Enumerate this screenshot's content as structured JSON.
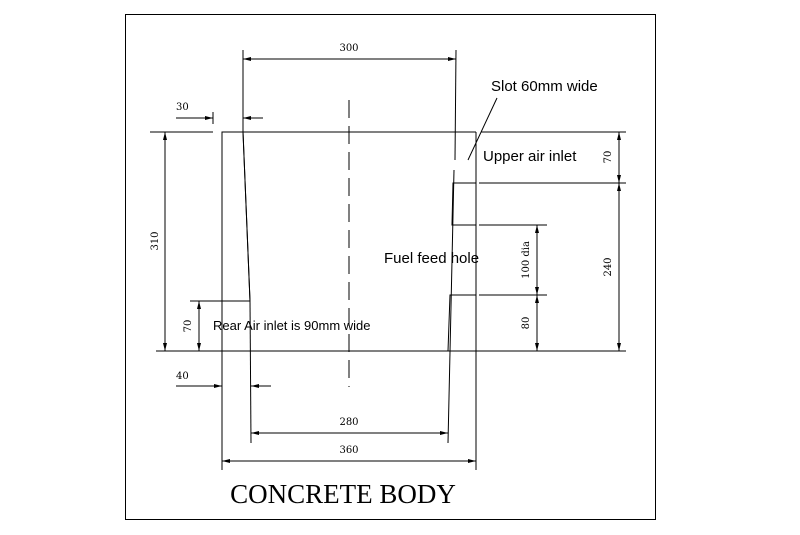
{
  "title": "CONCRETE BODY",
  "notes": {
    "slot": "Slot 60mm wide",
    "upper_air": "Upper air inlet",
    "fuel_feed": "Fuel feed hole",
    "rear_air": "Rear Air inlet is 90mm wide"
  },
  "dimensions": {
    "inner_top_width": "300",
    "top_wall": "30",
    "total_height": "310",
    "rear_inlet_height": "70",
    "bottom_wall": "40",
    "inner_bottom_width": "280",
    "outer_width": "360",
    "upper_inlet_height": "70",
    "lower_height": "240",
    "fuel_hole": "100 dia",
    "fuel_hole_base": "80"
  }
}
